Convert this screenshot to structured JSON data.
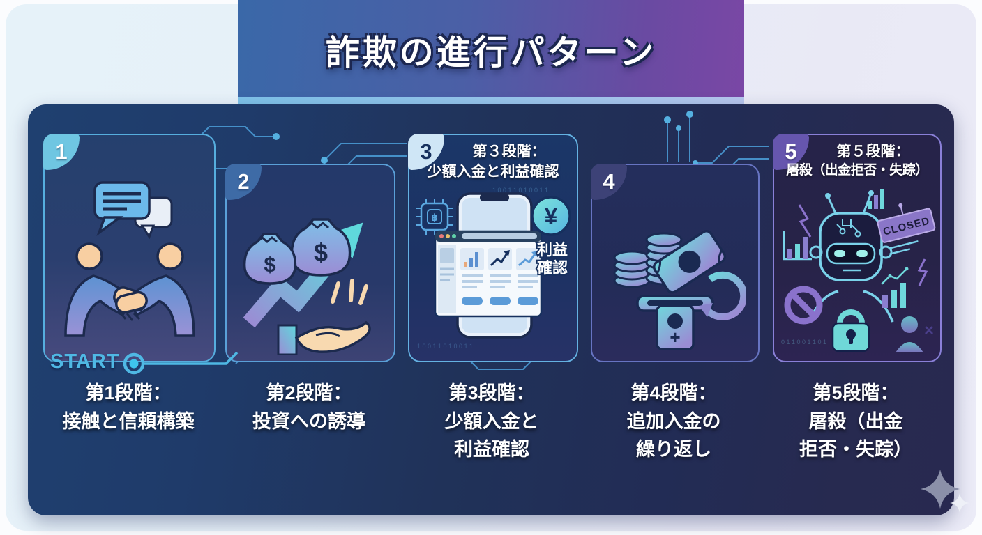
{
  "title": "詐欺の進行パターン",
  "start_label": "START",
  "stages": [
    {
      "number": "1",
      "icon": "handshake-conversation",
      "caption_lines": [
        "第1段階：",
        "接触と信頼構築"
      ]
    },
    {
      "number": "2",
      "icon": "money-growth-hand",
      "labels": {
        "dollar": "$"
      },
      "caption_lines": [
        "第2段階：",
        "投資への誘導"
      ]
    },
    {
      "number": "3",
      "icon": "trading-app-phone",
      "header_lines": [
        "第３段階：",
        "少額入金と利益確認"
      ],
      "labels": {
        "yen": "¥",
        "btc": "฿",
        "profit_lines": [
          "利益",
          "確認"
        ],
        "binary": "1 0 0 1 1 0 1 0 0 1 1"
      },
      "caption_lines": [
        "第3段階：",
        "少額入金と",
        "利益確認"
      ]
    },
    {
      "number": "4",
      "icon": "deposit-repeat",
      "labels": {
        "plus": "+"
      },
      "caption_lines": [
        "第4段階：",
        "追加入金の",
        "繰り返し"
      ]
    },
    {
      "number": "5",
      "icon": "robot-shutdown",
      "header_lines": [
        "第５段階：",
        "屠殺（出金拒否・失踪）"
      ],
      "labels": {
        "closed": "CLOSED",
        "cross": "×",
        "binary": "0 1 1 0 0 1 1 0 1"
      },
      "caption_lines": [
        "第5段階：",
        "屠殺（出金",
        "拒否・失踪）"
      ]
    }
  ],
  "colors": {
    "accent_cyan": "#4fb8e4",
    "banner_left": "#3a68a8",
    "banner_right": "#7a47a5",
    "banner_strip": "#9cc6ec",
    "panel_left": "#1f4070",
    "panel_right": "#282950",
    "badge_1": "#6fc6e2",
    "badge_2": "#3e6ba6",
    "badge_3": "#cfe6f6",
    "badge_4": "#3d4277",
    "badge_5": "#6656ae",
    "caption_text": "#ffffff"
  }
}
